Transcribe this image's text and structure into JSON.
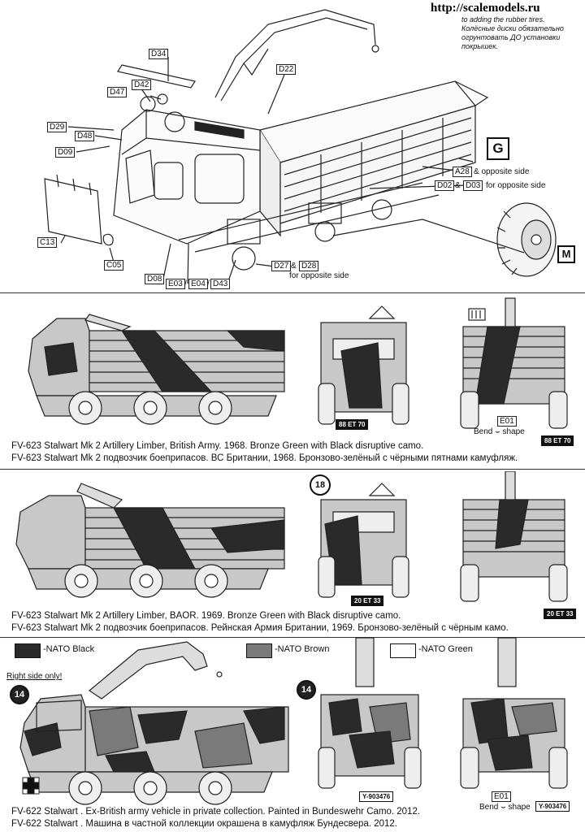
{
  "watermark": "http://scalemodels.ru",
  "note": {
    "line1": "to adding the rubber tires.",
    "line2": "Колёсные диски обязательно",
    "line3": "огрунтовать ДО установки",
    "line4": "покрышек."
  },
  "parts": {
    "d34": "D34",
    "d42": "D42",
    "d47": "D47",
    "d22": "D22",
    "d29": "D29",
    "d48": "D48",
    "d09": "D09",
    "c13": "C13",
    "c05": "C05",
    "d08": "D08",
    "e03": "E03",
    "e04": "E04",
    "d43": "D43",
    "d27": "D27",
    "d28": "D28",
    "a28": "A28",
    "d02": "D02",
    "d03": "D03",
    "e01a": "E01",
    "e01b": "E01"
  },
  "callouts": {
    "g": "G",
    "m": "M",
    "amp1": "&",
    "amp2": "&",
    "opposite1": "& opposite side",
    "opposite2": "for opposite side",
    "opposite3": "for opposite side",
    "slash1": "/",
    "slash2": "/"
  },
  "scheme1": {
    "caption_en": "FV-623 Stalwart  Mk 2 Artillery Limber, British Army. 1968. Bronze Green with Black disruptive camo.",
    "caption_ru": "FV-623 Stalwart Mk 2 подвозчик боеприпасов. ВС Британии, 1968. Бронзово-зелёный с чёрными пятнами камуфляж.",
    "plate_front": "88 ET 70",
    "plate_rear": "88 ET 70",
    "bend": "Bend ⌣ shape"
  },
  "scheme2": {
    "caption_en": "FV-623 Stalwart  Mk 2 Artillery Limber, BAOR. 1969. Bronze Green with Black disruptive camo.",
    "caption_ru": "FV-623 Stalwart Mk 2 подвозчик боеприпасов. Рейнская Армия Британии, 1969. Бронзово-зелёный с чёрным камо.",
    "plate_front": "20 ET 33",
    "plate_rear": "20 ET 33",
    "bridge_class": "18"
  },
  "legend": {
    "black": "-NATO Black",
    "brown": "-NATO Brown",
    "green": "-NATO Green"
  },
  "scheme3": {
    "right_side": "Right side only!",
    "bridge_class": "14",
    "bridge_class_front": "14",
    "plate_front": "Y-903476",
    "plate_rear": "Y-903476",
    "bend": "Bend ⌣ shape",
    "caption_en": "FV-622 Stalwart . Ex-British army vehicle in private collection. Painted in Bundeswehr Camo. 2012.",
    "caption_ru": "FV-622 Stalwart . Машина в частной коллекции окрашена в камуфляж Бундесвера. 2012."
  },
  "colors": {
    "nato_black": "#2a2a2a",
    "nato_brown": "#7a7a7a",
    "nato_green": "#ffffff",
    "bronze_green": "#c8c8c8"
  }
}
